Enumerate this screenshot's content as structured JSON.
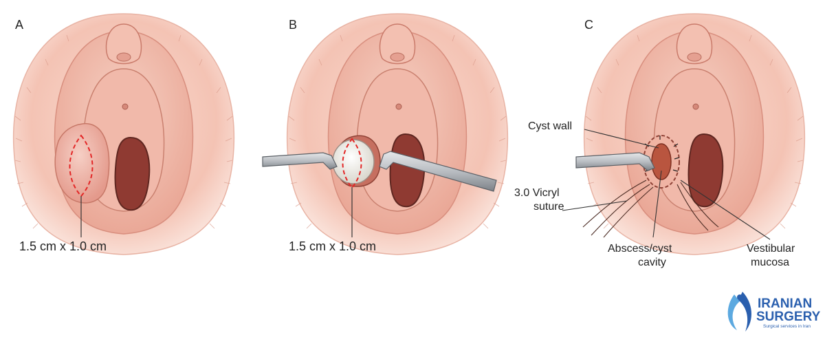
{
  "panels": [
    {
      "letter": "A",
      "caption": "1.5 cm x 1.0 cm"
    },
    {
      "letter": "B",
      "caption": "1.5 cm x 1.0 cm"
    },
    {
      "letter": "C"
    }
  ],
  "annotations": {
    "cyst_wall": "Cyst wall",
    "suture_line1": "3.0 Vicryl",
    "suture_line2": "suture",
    "cavity_line1": "Abscess/cyst",
    "cavity_line2": "cavity",
    "mucosa_line1": "Vestibular",
    "mucosa_line2": "mucosa"
  },
  "logo": {
    "line1": "IRANIAN",
    "line2": "SURGERY",
    "tagline": "Surgical services in Iran"
  },
  "colors": {
    "skin": "#f4c3b4",
    "skin_dark": "#e9a596",
    "opening": "#8f3a32",
    "dashed": "#e32626",
    "instrument": "#b9bdc2",
    "brand": "#2a5fae"
  }
}
